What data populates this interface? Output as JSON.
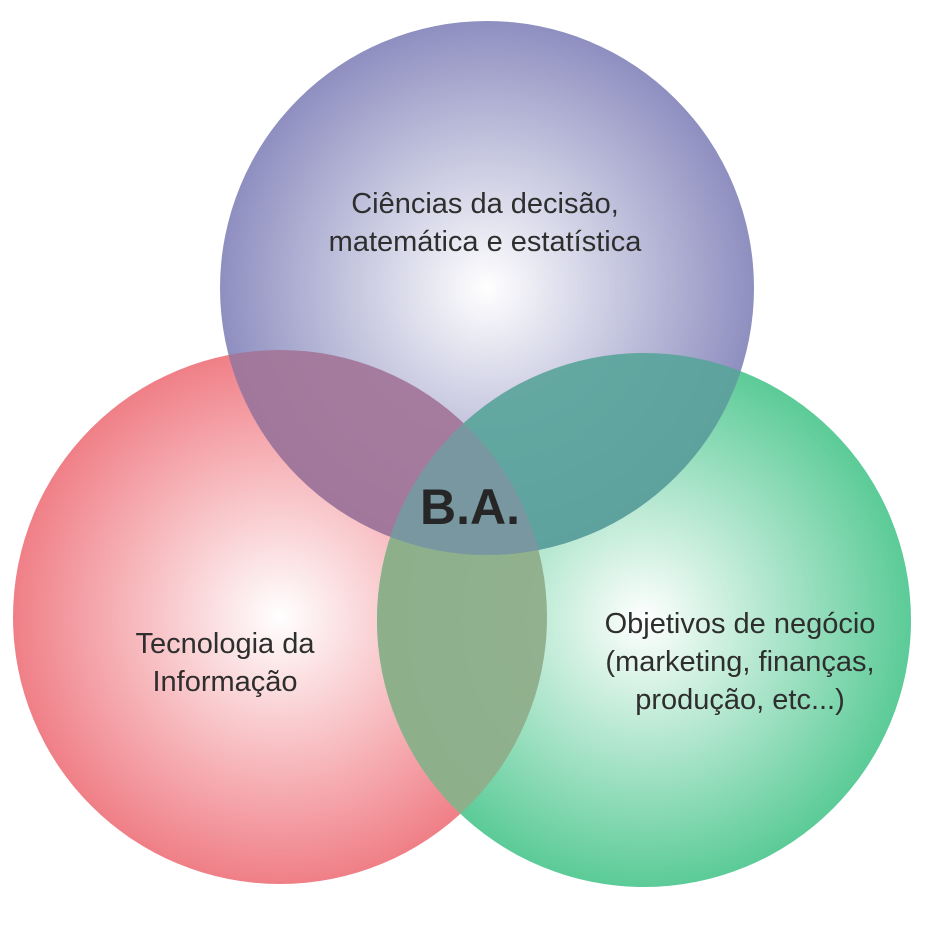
{
  "diagram": {
    "type": "venn",
    "center_label": "B.A.",
    "sets": [
      {
        "id": "top",
        "lines": [
          "Ciências da decisão,",
          "matemática e estatística"
        ],
        "color": "#8e8fc0",
        "center_color": "#ffffff"
      },
      {
        "id": "left",
        "lines": [
          "Tecnologia da",
          "Informação"
        ],
        "color": "#f07f87",
        "center_color": "#ffffff"
      },
      {
        "id": "right",
        "lines": [
          "Objetivos de negócio",
          "(marketing, finanças,",
          "produção, etc...)"
        ],
        "color": "#5bcb97",
        "center_color": "#ffffff"
      }
    ]
  }
}
